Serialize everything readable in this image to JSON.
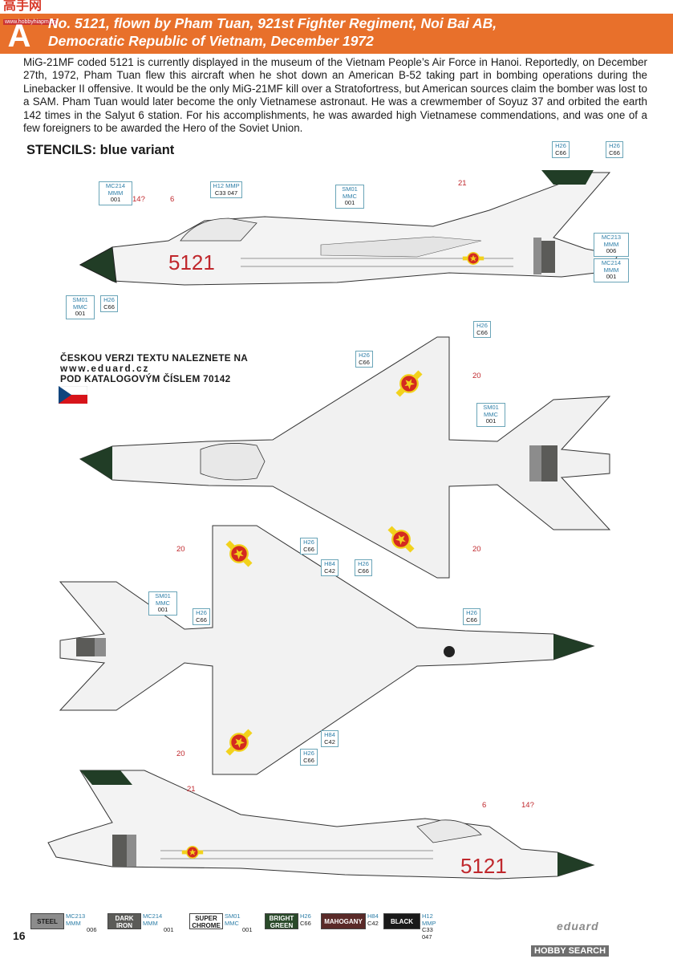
{
  "header": {
    "variant_letter": "A",
    "title_line1": "No. 5121, flown by Pham Tuan, 921st Fighter Regiment, Noi Bai AB,",
    "title_line2": "Democratic Republic of Vietnam, December 1972",
    "watermark": "高手网",
    "watermark_url": "www.hobbyhiapm.cn"
  },
  "description": "MiG-21MF coded 5121 is currently displayed in the museum of the Vietnam People’s Air Force in Hanoi. Reportedly, on December 27th, 1972, Pham Tuan flew this aircraft when he shot down an American B-52 taking part in bombing operations during the Linebacker II offensive. It would be the only MiG-21MF kill over a Stratofortress, but American sources claim the bomber was lost to a SAM. Pham Tuan would later become the only Vietnamese astronaut. He was a crewmember of Soyuz 37 and orbited the earth 142 times in the Salyut 6 station. For his accomplishments, he was awarded high Vietnamese commendations, and was one of a few foreigners to be awarded the Hero of the Soviet Union.",
  "stencils_title": "STENCILS: blue variant",
  "czech_note": [
    "ČESKOU VERZI TEXTU NALEZNETE NA",
    "www.eduard.cz",
    "POD KATALOGOVÝM ČÍSLEM 70142"
  ],
  "aircraft_code": "5121",
  "callouts": {
    "h26c66": [
      "H26",
      "C66"
    ],
    "mc214mmm001": [
      "MC214 MMM",
      "001"
    ],
    "sm01mmc001": [
      "SM01 MMC",
      "001"
    ],
    "h12c33mmp047": [
      "H12 MMP",
      "C33 047"
    ],
    "mc213mmm006": [
      "MC213 MMM",
      "006"
    ],
    "h84c42": [
      "H84",
      "C42"
    ]
  },
  "decal_numbers": {
    "n14": "14?",
    "n6": "6",
    "n21": "21",
    "n20": "20"
  },
  "legend": [
    {
      "name": "STEEL",
      "code_top": "MC213 MMM",
      "code_bottom": "006",
      "color": "#8c8c8c",
      "text": "#1a1a1a"
    },
    {
      "name": "DARK IRON",
      "code_top": "MC214 MMM",
      "code_bottom": "001",
      "color": "#5b5b58",
      "text": "#ffffff"
    },
    {
      "name": "SUPER CHROME",
      "code_top": "SM01 MMC",
      "code_bottom": "001",
      "color": "#ffffff",
      "text": "#1a1a1a"
    },
    {
      "name": "BRIGHT GREEN",
      "code_top": "H26",
      "code_bottom": "C66",
      "color": "#2a4a2a",
      "text": "#ffffff"
    },
    {
      "name": "MAHOGANY",
      "code_top": "H84",
      "code_bottom": "C42",
      "color": "#5a2a28",
      "text": "#ffffff"
    },
    {
      "name": "BLACK",
      "code_top": "H12 MMP",
      "code_bottom": "C33 047",
      "color": "#1a1a1a",
      "text": "#ffffff"
    }
  ],
  "page_number": "16",
  "brand_mark": "eduard",
  "footer_watermark": "HOBBY SEARCH",
  "colors": {
    "header": "#e8702b",
    "roundel_red": "#d42a20",
    "roundel_yellow": "#f2d21c",
    "camo_green": "#213d26",
    "code_red": "#c0282d"
  }
}
